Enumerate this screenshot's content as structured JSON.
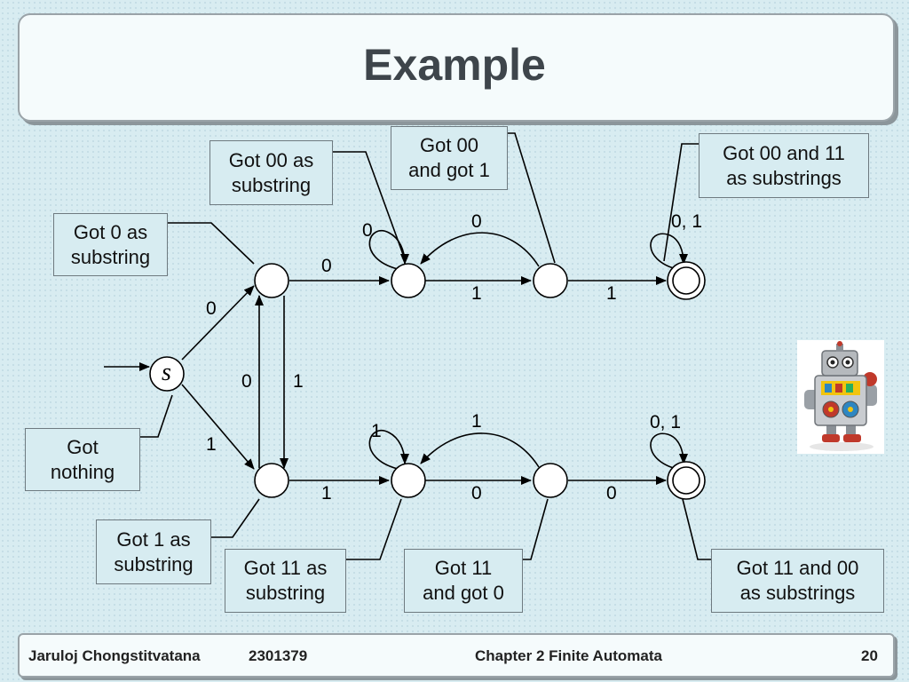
{
  "title": "Example",
  "start_label": "s",
  "boxes": {
    "got_nothing": "Got\nnothing",
    "got_0": "Got 0 as\nsubstring",
    "got_00": "Got 00 as\nsubstring",
    "got_00_and_1": "Got 00\nand got 1",
    "got_00_and_11": "Got 00 and 11\nas substrings",
    "got_1": "Got 1 as\nsubstring",
    "got_11": "Got 11 as\nsubstring",
    "got_11_and_0": "Got 11\nand got 0",
    "got_11_and_00": "Got 11 and 00\nas substrings"
  },
  "edge_labels": {
    "s_to_a": "0",
    "s_to_b": "1",
    "a_to_b": "0",
    "b_to_a": "1",
    "a_to_c": "0",
    "c_loop": "0",
    "c_to_d": "1",
    "d_to_c": "0",
    "d_to_e": "1",
    "e_loop": "0, 1",
    "b_to_f": "1",
    "f_loop": "1",
    "f_to_g": "0",
    "g_to_f": "1",
    "g_to_h": "0",
    "h_loop": "0, 1"
  },
  "footer": {
    "author": "Jaruloj Chongstitvatana",
    "course": "2301379",
    "chapter": "Chapter 2 Finite Automata",
    "page": "20"
  }
}
